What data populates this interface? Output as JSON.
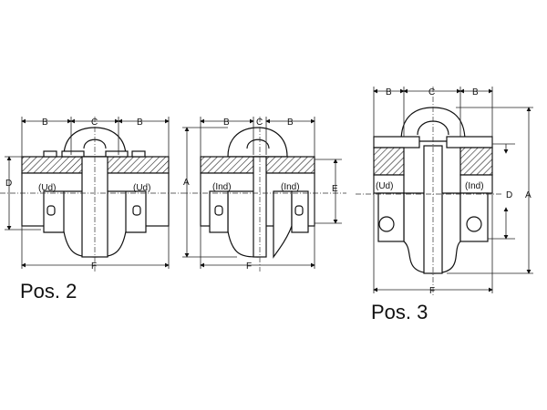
{
  "pos2": {
    "title": "Pos. 2",
    "left": {
      "b1": "B",
      "c": "C",
      "b2": "B",
      "d": "D",
      "ud1": "(Ud)",
      "ud2": "(Ud)",
      "f": "F"
    },
    "right": {
      "b1": "B",
      "c": "C",
      "b2": "B",
      "a": "A",
      "ind1": "(Ind)",
      "ind2": "(Ind)",
      "e": "E",
      "f": "F"
    }
  },
  "pos3": {
    "title": "Pos. 3",
    "b1": "B",
    "c": "C",
    "b2": "B",
    "ud": "(Ud)",
    "ind": "(Ind)",
    "d": "D",
    "a": "A",
    "f": "F"
  }
}
